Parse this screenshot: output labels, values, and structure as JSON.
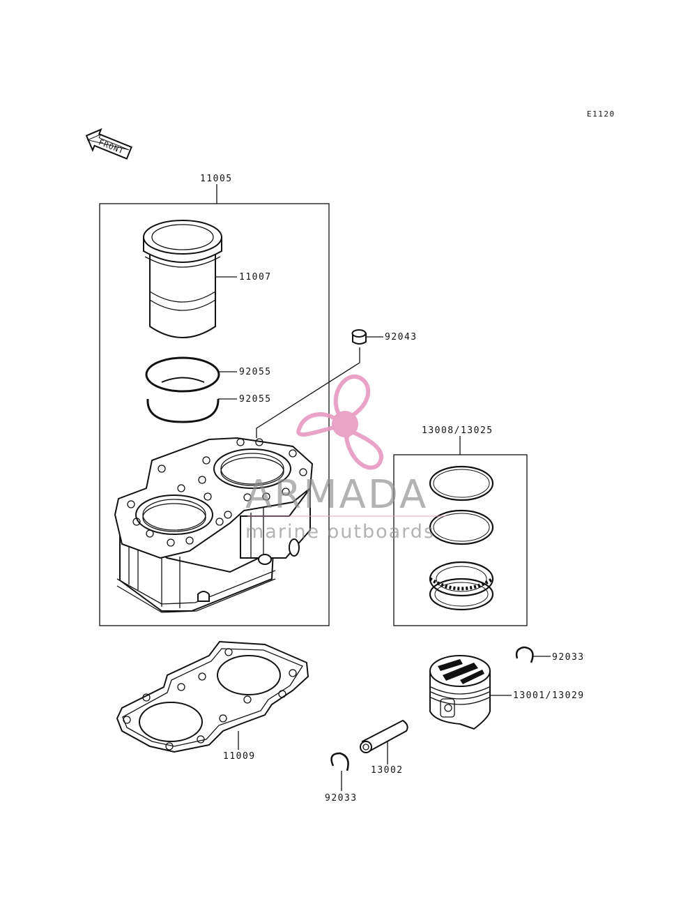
{
  "diagram": {
    "code": "E1120",
    "front_arrow": "FRONT",
    "parts": {
      "cylinder_assy": "11005",
      "liner": "11007",
      "dowel_pin": "92043",
      "o_ring_upper": "92055",
      "o_ring_lower": "92055",
      "ring_set": "13008/13025",
      "circlip_right": "92033",
      "piston": "13001/13029",
      "head_gasket": "11009",
      "piston_pin": "13002",
      "circlip_left": "92033"
    }
  },
  "watermark": {
    "brand": "ARMADA",
    "tagline": "marine outboards",
    "logo": "propeller-logo",
    "color": "#e79ac0"
  }
}
